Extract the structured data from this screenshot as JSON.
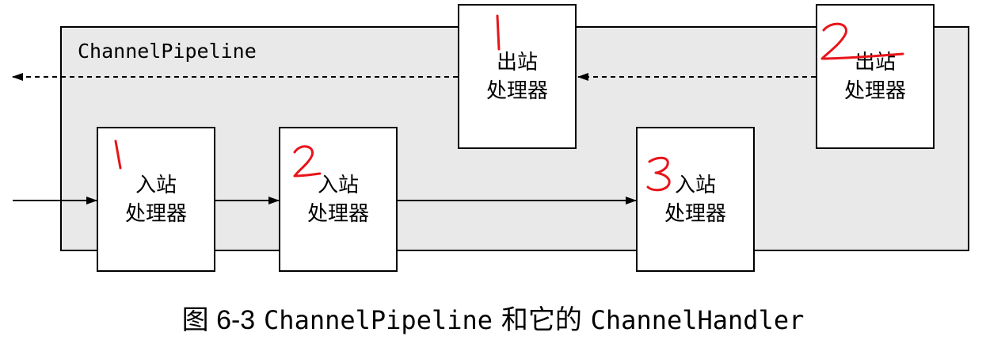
{
  "pipeline": {
    "label": "ChannelPipeline"
  },
  "handlers": {
    "outbound": [
      {
        "order": "1",
        "line1": "出站",
        "line2": "处理器"
      },
      {
        "order": "2",
        "line1": "出站",
        "line2": "处理器"
      }
    ],
    "inbound": [
      {
        "order": "1",
        "line1": "入站",
        "line2": "处理器"
      },
      {
        "order": "2",
        "line1": "入站",
        "line2": "处理器"
      },
      {
        "order": "3",
        "line1": "入站",
        "line2": "处理器"
      }
    ]
  },
  "caption": {
    "figure": "图 6-3",
    "mono1": "ChannelPipeline",
    "middle": "和它的",
    "mono2": "ChannelHandler"
  },
  "colors": {
    "annotation": "#e8141a",
    "pipeline_fill": "#e9e9e9"
  }
}
